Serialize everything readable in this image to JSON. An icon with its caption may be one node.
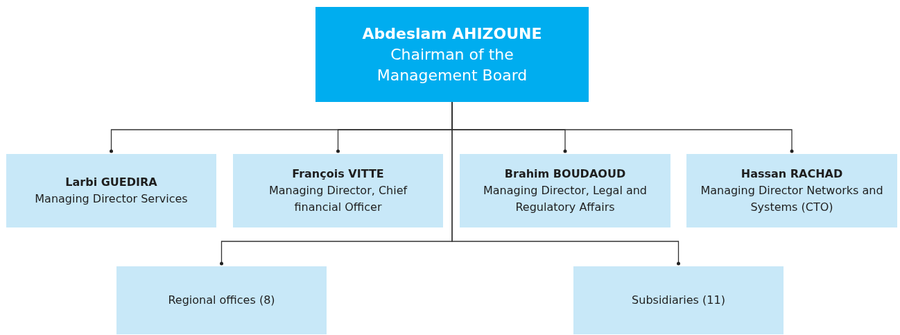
{
  "diagram": {
    "nodes": [
      {
        "text": [
          "Abdeslam AHIZOUNE",
          "Chairman of the Management Board"
        ]
      },
      {
        "text": [
          "Larbi GUEDIRA",
          "Managing Director Services"
        ]
      },
      {
        "text": [
          "François VITTE",
          "Managing Director, Chief financial Officer"
        ]
      },
      {
        "text": [
          "Brahim BOUDAOUD",
          "Managing Director, Legal and Regulatory Affairs"
        ]
      },
      {
        "text": [
          "Hassan RACHAD",
          "Managing Director Networks and Systems (CTO)"
        ]
      },
      {
        "text": [
          "Regional offices (8)"
        ]
      },
      {
        "text": [
          "Subsidiaries (11)"
        ]
      }
    ],
    "edges": [
      {
        "from": 0,
        "to": 1,
        "arrow": "other"
      },
      {
        "from": 0,
        "to": 2,
        "arrow": "other"
      },
      {
        "from": 0,
        "to": 3,
        "arrow": "other"
      },
      {
        "from": 0,
        "to": 4,
        "arrow": "other"
      },
      {
        "from": 0,
        "to": 5,
        "arrow": "other"
      },
      {
        "from": 0,
        "to": 6,
        "arrow": "other"
      }
    ]
  }
}
